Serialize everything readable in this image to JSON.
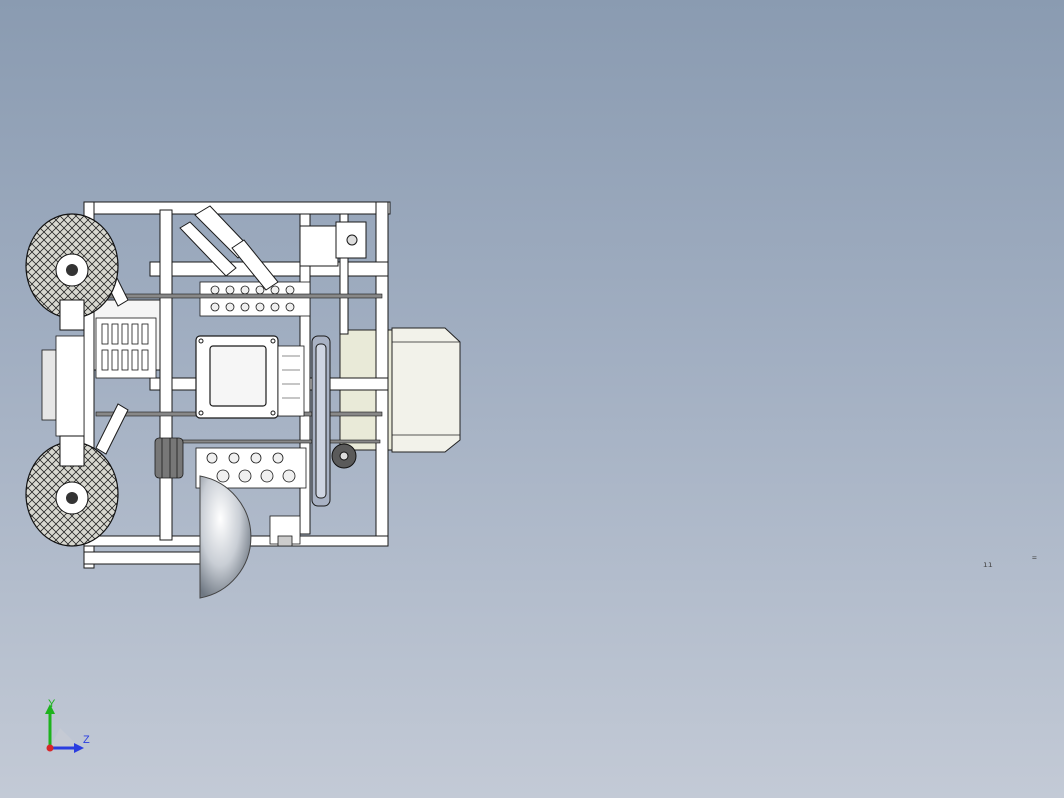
{
  "viewport": {
    "background_top": "#8a9bb1",
    "background_bottom": "#c3cad6",
    "model_line_color": "#1a1a1a",
    "model_fill_color": "#ffffff",
    "hemisphere_color": "#9ba3ad"
  },
  "triad": {
    "y_label": "Y",
    "z_label": "Z",
    "y_color": "#1db31d",
    "z_color": "#2a3de0",
    "x_color": "#d8262a"
  },
  "stray_marks": {
    "mark_a": "ıı",
    "mark_b": "="
  }
}
